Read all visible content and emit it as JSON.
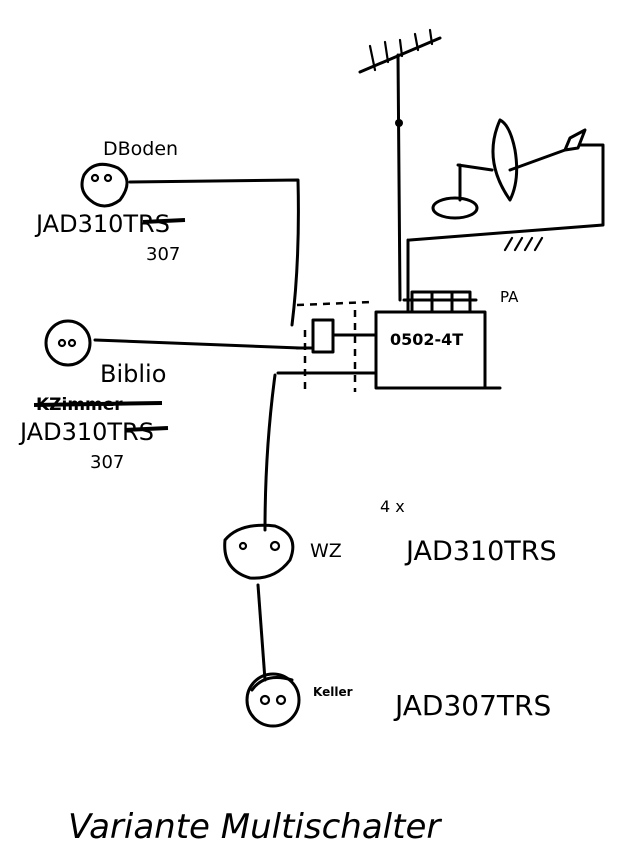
{
  "outlets": [
    {
      "room": "DBoden",
      "model_prefix": "JAD",
      "model_struck": "310",
      "model_suffix": "TRS",
      "model_correction": "307"
    },
    {
      "room": "Biblio",
      "room_struck": "KZimmer",
      "model_prefix": "JAD",
      "model_struck": "310",
      "model_suffix": "TRS",
      "model_correction": "307"
    },
    {
      "room": "WZ"
    },
    {
      "room": "Keller"
    }
  ],
  "multiswitch": {
    "label": "0502-4T",
    "amp_label": "PA"
  },
  "notes": {
    "quantity": "4 x",
    "model_310": "JAD310TRS",
    "model_307": "JAD307TRS"
  },
  "title": "Variante Multischalter"
}
